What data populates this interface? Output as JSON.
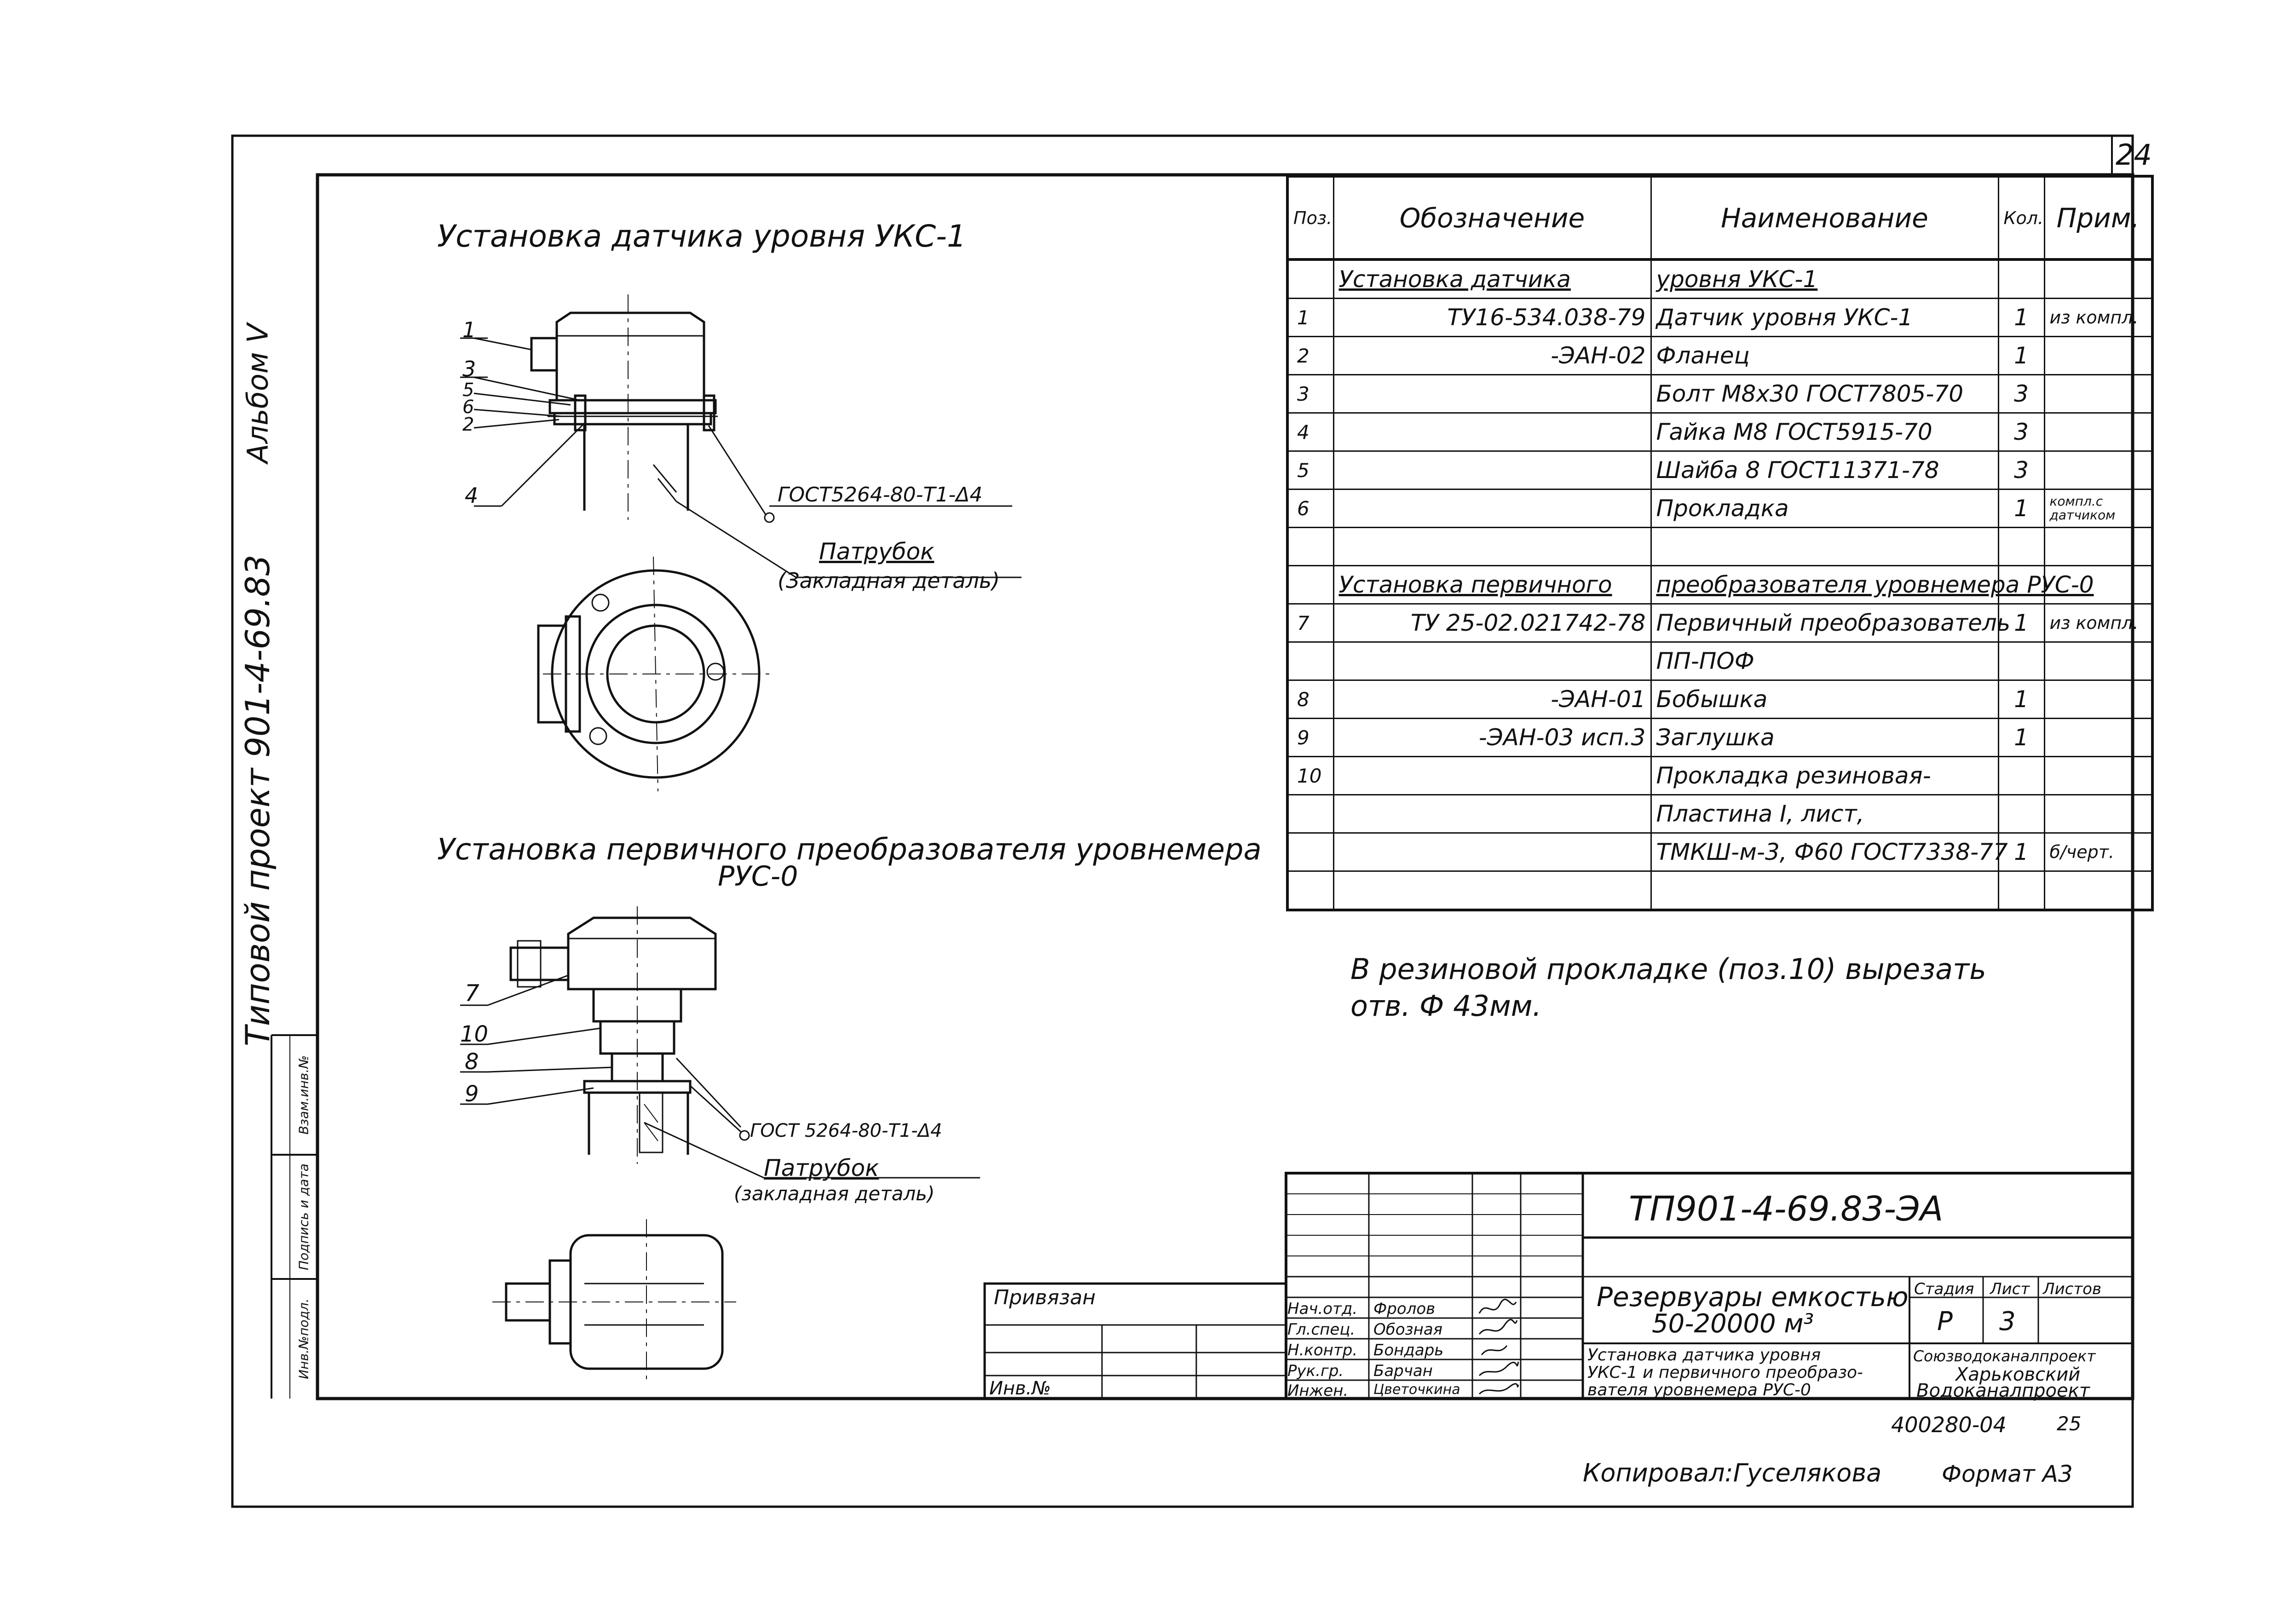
{
  "sheet_number": "24",
  "side_labels": {
    "album": "Альбом V",
    "project": "Типовой проект 901-4-69.83",
    "stamp_fields": [
      "Инв.№подл.",
      "Подпись и дата",
      "Взам.инв.№"
    ]
  },
  "drawing1": {
    "title": "Установка датчика уровня УКС-1",
    "callouts": [
      "1",
      "3",
      "5",
      "6",
      "2",
      "4"
    ],
    "weld_note": "ГОСТ5264-80-Т1-Δ4",
    "pipe_label": "Патрубок",
    "pipe_sublabel": "(Закладная деталь)"
  },
  "drawing2": {
    "title": "Установка первичного преобразователя уровнемера",
    "title_line2": "РУС-0",
    "callouts": [
      "7",
      "10",
      "8",
      "9"
    ],
    "weld_note": "ГОСТ 5264-80-Т1-Δ4",
    "pipe_label": "Патрубок",
    "pipe_sublabel": "(закладная деталь)"
  },
  "spec_table": {
    "headers": [
      "Поз.",
      "Обозначение",
      "Наименование",
      "Кол.",
      "Прим."
    ],
    "rows": [
      {
        "pos": "",
        "des": "Установка датчика",
        "name": "уровня УКС-1",
        "qty": "",
        "note": "",
        "type": "section"
      },
      {
        "pos": "1",
        "des": "ТУ16-534.038-79",
        "name": "Датчик уровня УКС-1",
        "qty": "1",
        "note": "из компл.",
        "type": "item"
      },
      {
        "pos": "2",
        "des": "-ЭАН-02",
        "name": "Фланец",
        "qty": "1",
        "note": "",
        "type": "item"
      },
      {
        "pos": "3",
        "des": "",
        "name": "Болт М8х30 ГОСТ7805-70",
        "qty": "3",
        "note": "",
        "type": "item"
      },
      {
        "pos": "4",
        "des": "",
        "name": "Гайка М8 ГОСТ5915-70",
        "qty": "3",
        "note": "",
        "type": "item"
      },
      {
        "pos": "5",
        "des": "",
        "name": "Шайба 8 ГОСТ11371-78",
        "qty": "3",
        "note": "",
        "type": "item"
      },
      {
        "pos": "6",
        "des": "",
        "name": "Прокладка",
        "qty": "1",
        "note": "компл.с датчиком",
        "type": "item"
      },
      {
        "pos": "",
        "des": "",
        "name": "",
        "qty": "",
        "note": "",
        "type": "blank"
      },
      {
        "pos": "",
        "des": "Установка первичного",
        "name": "преобразователя уровнемера РУС-0",
        "qty": "",
        "note": "",
        "type": "section"
      },
      {
        "pos": "7",
        "des": "ТУ 25-02.021742-78",
        "name": "Первичный преобразователь",
        "qty": "1",
        "note": "из компл.",
        "type": "item"
      },
      {
        "pos": "",
        "des": "",
        "name": "ПП-ПОФ",
        "qty": "",
        "note": "",
        "type": "item"
      },
      {
        "pos": "8",
        "des": "-ЭАН-01",
        "name": "Бобышка",
        "qty": "1",
        "note": "",
        "type": "item"
      },
      {
        "pos": "9",
        "des": "-ЭАН-03 исп.3",
        "name": "Заглушка",
        "qty": "1",
        "note": "",
        "type": "item"
      },
      {
        "pos": "10",
        "des": "",
        "name": "Прокладка резиновая-",
        "qty": "",
        "note": "",
        "type": "item"
      },
      {
        "pos": "",
        "des": "",
        "name": "Пластина I, лист,",
        "qty": "",
        "note": "",
        "type": "item"
      },
      {
        "pos": "",
        "des": "",
        "name": "ТМКШ-м-3, Ф60 ГОСТ7338-77",
        "qty": "1",
        "note": "б/черт.",
        "type": "item"
      },
      {
        "pos": "",
        "des": "",
        "name": "",
        "qty": "",
        "note": "",
        "type": "blank"
      }
    ]
  },
  "note": {
    "line1": "В резиновой прокладке (поз.10) вырезать",
    "line2": "отв. Ф 43мм."
  },
  "title_block": {
    "code": "ТП901-4-69.83-ЭА",
    "privyazan": "Привязан",
    "inv_label": "Инв.№",
    "object_name_line1": "Резервуары емкостью",
    "object_name_line2": "50-20000 м³",
    "stage_label": "Стадия",
    "sheet_label": "Лист",
    "sheets_label": "Листов",
    "stage_value": "Р",
    "sheet_value": "3",
    "sheets_value": "",
    "sheet_title_line1": "Установка датчика уровня",
    "sheet_title_line2": "УКС-1 и первичного преобразо-",
    "sheet_title_line3": "вателя уровнемера РУС-0",
    "org_line1": "Союзводоканалпроект",
    "org_line2": "Харьковский",
    "org_line3": "Водоканалпроект",
    "signatures": [
      {
        "role": "Нач.отд.",
        "name": "Фролов"
      },
      {
        "role": "Гл.спец.",
        "name": "Обозная"
      },
      {
        "role": "Н.контр.",
        "name": "Бондарь"
      },
      {
        "role": "Рук.гр.",
        "name": "Барчан"
      },
      {
        "role": "Инжен.",
        "name": "Цветочкина"
      }
    ]
  },
  "archive_number": "400280-04",
  "archive_page": "25",
  "copied_by": "Копировал:Гуселякова",
  "format": "Формат А3"
}
